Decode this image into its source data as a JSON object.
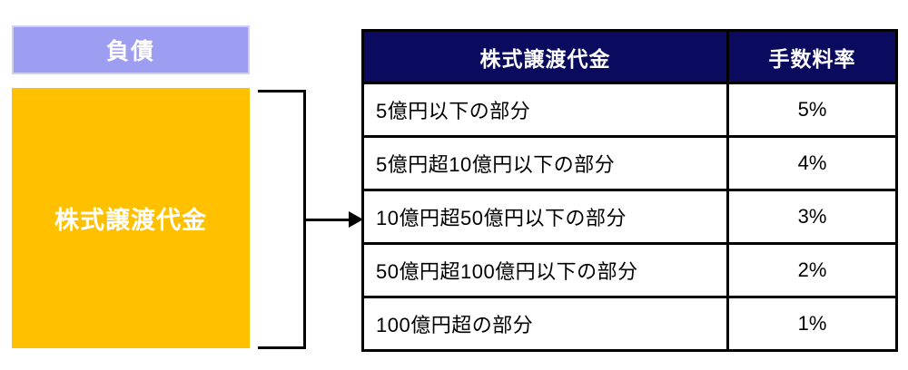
{
  "colors": {
    "liabilities_fill": "#9d9df1",
    "liabilities_border": "#cfcff2",
    "equity_fill": "#ffc000",
    "header_fill": "#0a0a5e",
    "header_text": "#ffffff",
    "line_color": "#000000",
    "body_text": "#000000",
    "page_bg": "#ffffff"
  },
  "stack": {
    "liabilities_label": "負債",
    "equity_label": "株式譲渡代金"
  },
  "table": {
    "headers": [
      "株式譲渡代金",
      "手数料率"
    ],
    "rows": [
      {
        "range": "5億円以下の部分",
        "rate": "5%"
      },
      {
        "range": "5億円超10億円以下の部分",
        "rate": "4%"
      },
      {
        "range": "10億円超50億円以下の部分",
        "rate": "3%"
      },
      {
        "range": "50億円超100億円以下の部分",
        "rate": "2%"
      },
      {
        "range": "100億円超の部分",
        "rate": "1%"
      }
    ]
  }
}
